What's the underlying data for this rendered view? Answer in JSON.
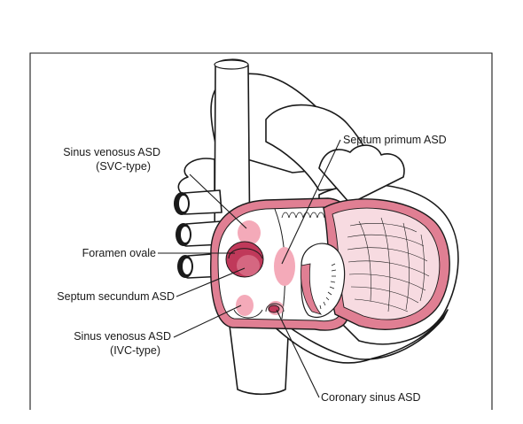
{
  "colors": {
    "rim": "#e07f93",
    "wall": "#f7dbe1",
    "defect": "#f4aab9",
    "defect_dark": "#c0395a",
    "line": "#1a1a1a"
  },
  "labels": {
    "svc": [
      "Sinus venosus ASD",
      "(SVC-type)"
    ],
    "foramen": "Foramen ovale",
    "secundum": "Septum secundum ASD",
    "ivc": [
      "Sinus venosus ASD",
      "(IVC-type)"
    ],
    "primum": "Septum primum ASD",
    "coronary": "Coronary sinus ASD"
  }
}
